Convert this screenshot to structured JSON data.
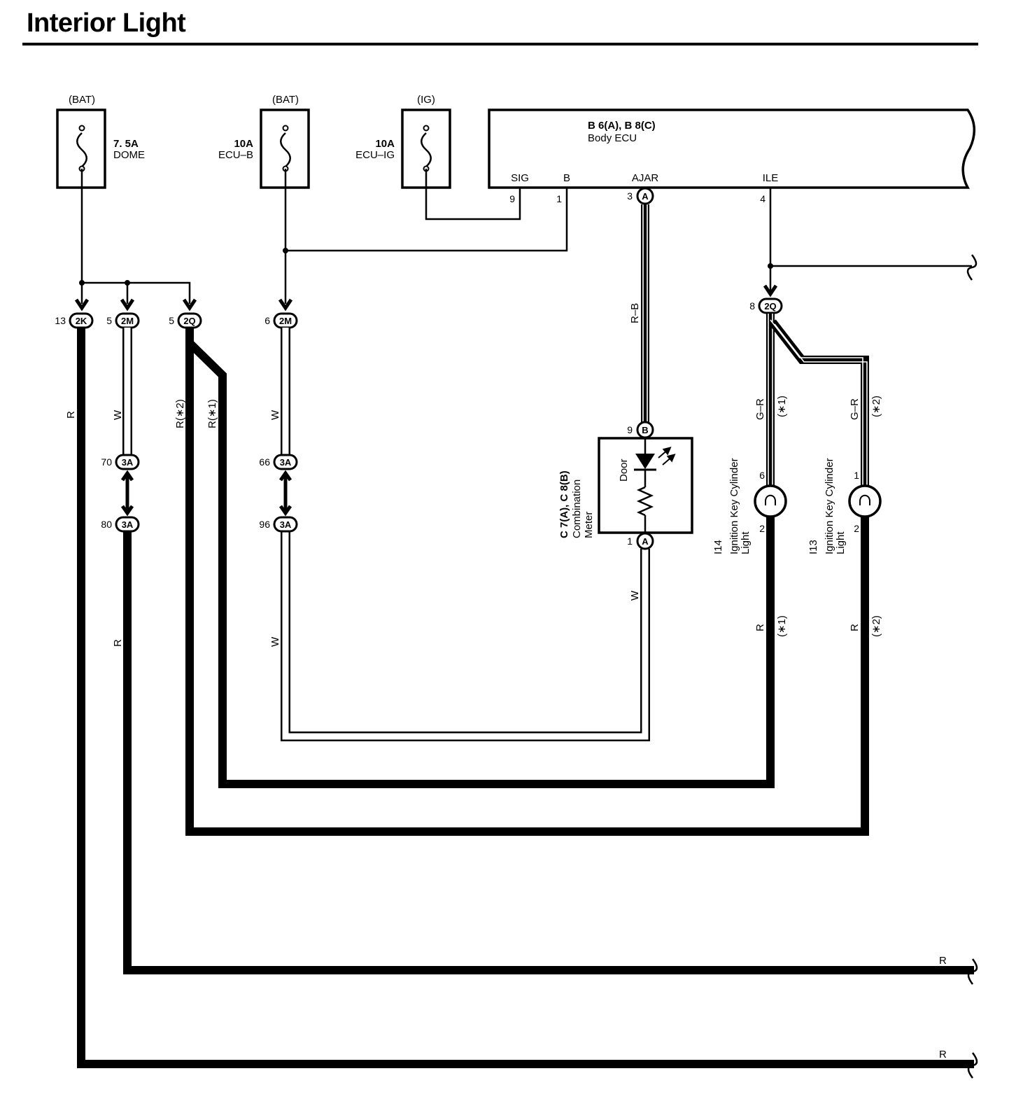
{
  "title": "Interior Light",
  "fuses": [
    {
      "source": "(BAT)",
      "rating": "7. 5A",
      "name": "DOME"
    },
    {
      "source": "(BAT)",
      "rating": "10A",
      "name": "ECU–B"
    },
    {
      "source": "(IG)",
      "rating": "10A",
      "name": "ECU–IG"
    }
  ],
  "body_ecu": {
    "code": "B 6(A), B 8(C)",
    "name": "Body ECU",
    "terminals": [
      {
        "label": "SIG",
        "pin": "9"
      },
      {
        "label": "B",
        "pin": "1"
      },
      {
        "label": "AJAR",
        "pin": "3",
        "connector": "A"
      },
      {
        "label": "ILE",
        "pin": "4"
      }
    ]
  },
  "junction_connectors": [
    {
      "pin": "13",
      "id": "2K"
    },
    {
      "pin": "5",
      "id": "2M"
    },
    {
      "pin": "5",
      "id": "2Q"
    },
    {
      "pin": "6",
      "id": "2M"
    },
    {
      "pin": "8",
      "id": "2Q"
    },
    {
      "pin": "70",
      "id": "3A"
    },
    {
      "pin": "80",
      "id": "3A"
    },
    {
      "pin": "66",
      "id": "3A"
    },
    {
      "pin": "96",
      "id": "3A"
    }
  ],
  "wire_colors": {
    "r": "R",
    "w": "W",
    "rb": "R–B",
    "gr": "G–R",
    "r_star2": "R(∗2)",
    "r_star1": "R(∗1)",
    "star1": "(∗1)",
    "star2": "(∗2)"
  },
  "combination_meter": {
    "code": "C 7(A), C 8(B)",
    "name_line1": "Combination",
    "name_line2": "Meter",
    "indicator": "Door",
    "pin_top": "9",
    "conn_top": "B",
    "pin_bottom": "1",
    "conn_bottom": "A"
  },
  "lights": [
    {
      "code": "I14",
      "line1": "Ignition Key Cylinder",
      "line2": "Light",
      "pin_top": "6",
      "pin_bottom": "2"
    },
    {
      "code": "I13",
      "line1": "Ignition Key Cylinder",
      "line2": "Light",
      "pin_top": "1",
      "pin_bottom": "2"
    }
  ],
  "colors": {
    "ink": "#000000",
    "paper": "#ffffff"
  }
}
